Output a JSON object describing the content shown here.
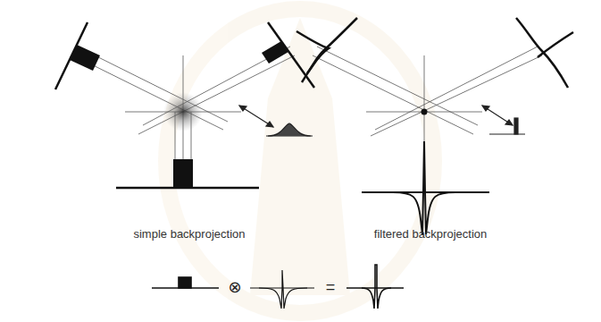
{
  "diagram": {
    "labels": [
      "simple backprojection",
      "filtered backprojection",
      "⊗",
      "="
    ]
  }
}
